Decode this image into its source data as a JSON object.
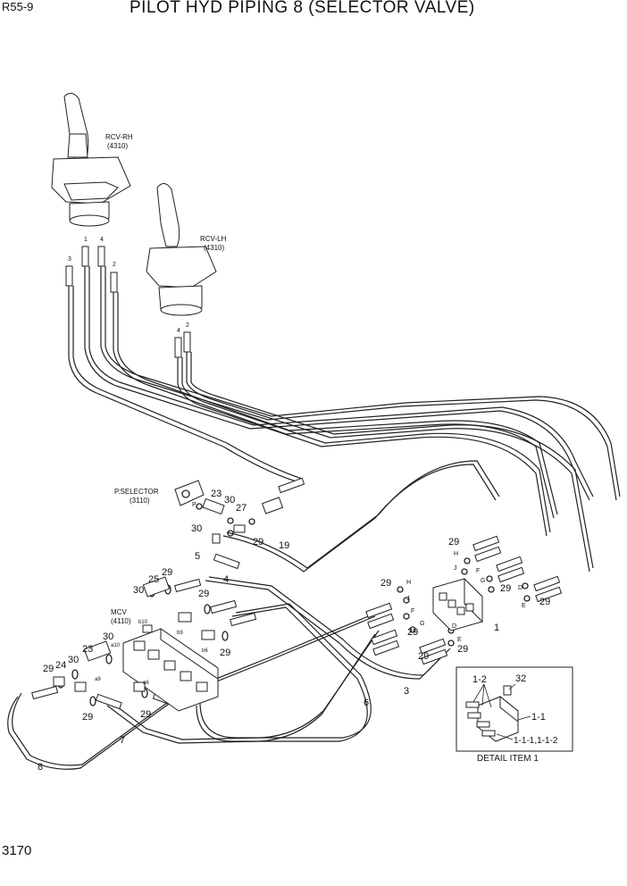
{
  "header": {
    "model": "R55-9",
    "title": "PILOT HYD PIPING 8 (SELECTOR VALVE)"
  },
  "footer": {
    "page": "3170"
  },
  "components": {
    "rcv_rh": {
      "name": "RCV-RH",
      "code": "(4310)"
    },
    "rcv_lh": {
      "name": "RCV-LH",
      "code": "(4310)"
    },
    "p_selector": {
      "name": "P.SELECTOR",
      "code": "(3110)"
    },
    "mcv": {
      "name": "MCV",
      "code": "(4110)"
    }
  },
  "detail": {
    "caption": "DETAIL ITEM 1",
    "labels": [
      "1-2",
      "32",
      "1-1",
      "1-1-1,1-1-2"
    ]
  },
  "port_labels": {
    "rh": [
      "1",
      "4",
      "3",
      "2"
    ],
    "lh": [
      "4",
      "2"
    ],
    "selector": [
      "P",
      "H",
      "J",
      "F",
      "G",
      "D",
      "E"
    ],
    "mcv": [
      "b10",
      "a10",
      "b9",
      "b6",
      "a6",
      "a9"
    ]
  },
  "callouts": [
    "1",
    "3",
    "4",
    "5",
    "6",
    "7",
    "8",
    "19",
    "23",
    "24",
    "25",
    "27",
    "29",
    "30"
  ]
}
